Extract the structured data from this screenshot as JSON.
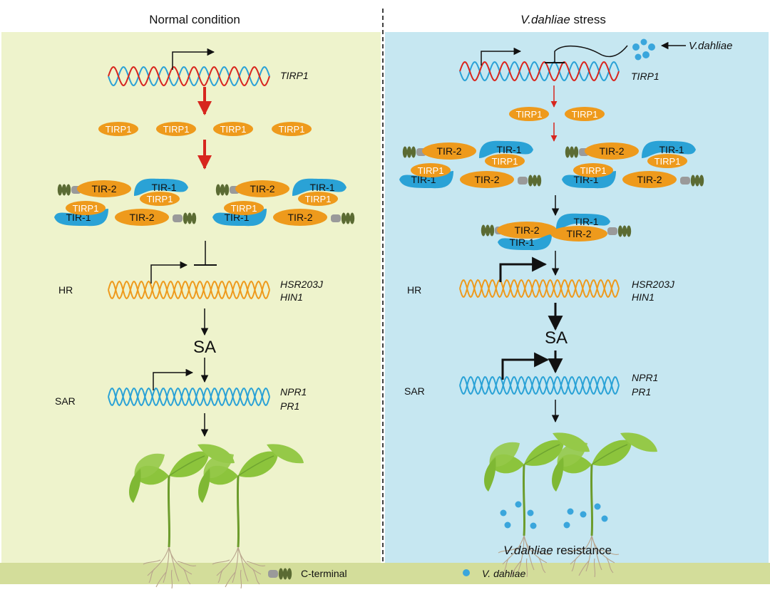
{
  "panels": {
    "left_title": "Normal condition",
    "right_title_italic": "V.dahliae",
    "right_title_rest": " stress"
  },
  "genes": {
    "tirp1": "TIRP1",
    "hsr203j": "HSR203J",
    "hin1": "HIN1",
    "npr1": "NPR1",
    "pr1": "PR1"
  },
  "labels": {
    "hr": "HR",
    "sar": "SAR",
    "sa": "SA",
    "tir1": "TIR-1",
    "tir2": "TIR-2",
    "tirp1_protein": "TIRP1",
    "pathogen": "V.dahliae",
    "resistance_italic": "V.dahliae",
    "resistance_rest": "resistance"
  },
  "legend": {
    "cterminal": "C-terminal",
    "pathogen": "V. dahliae"
  },
  "colors": {
    "left_bg": "#eef3cc",
    "right_bg": "#c6e7f1",
    "legend_bar": "#d3dd9a",
    "orange": "#ee9a1c",
    "blue": "#2aa2d6",
    "red": "#d7261e",
    "leaf": "#8cc43c",
    "stem": "#6c9c2c",
    "root": "#b8a48c",
    "spore": "#3aa6dc",
    "terminal_gray": "#9a9a9a",
    "terminal_green": "#5b6b33"
  }
}
